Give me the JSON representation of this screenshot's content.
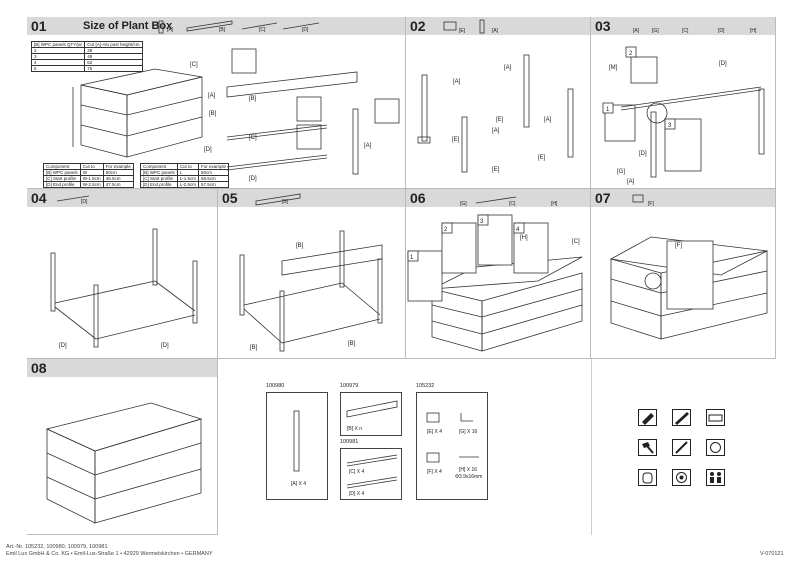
{
  "steps": [
    {
      "num": "01",
      "title": "Size of Plant Box",
      "parts": [
        "[A]",
        "[B]",
        "[C]",
        "[D]"
      ]
    },
    {
      "num": "02",
      "parts": [
        "[E]",
        "[A]"
      ]
    },
    {
      "num": "03",
      "parts": [
        "[A]",
        "[G]",
        "[C]",
        "[D]",
        "[H]"
      ]
    },
    {
      "num": "04",
      "parts": [
        "[D]"
      ]
    },
    {
      "num": "05",
      "parts": [
        "[B]"
      ]
    },
    {
      "num": "06",
      "parts": [
        "[G]",
        "[C]",
        "[H]"
      ]
    },
    {
      "num": "07",
      "parts": [
        "[F]"
      ]
    },
    {
      "num": "08"
    }
  ],
  "step1": {
    "table1_header": [
      "[B] WPC panels QTY/pc",
      "Cut [A]-Alu post height/cm"
    ],
    "table1_rows": [
      [
        "2",
        "38"
      ],
      [
        "3",
        "48"
      ],
      [
        "4",
        "62"
      ],
      [
        "5",
        "76"
      ]
    ],
    "table2_header": [
      "Component",
      "Cut to",
      "For example"
    ],
    "table2_rows": [
      [
        "[B] WPC panels",
        "W",
        "50cm"
      ],
      [
        "[C] Start profile",
        "W-1.5cm",
        "48.5cm"
      ],
      [
        "[D] End profile",
        "W-2.5cm",
        "47.5cm"
      ]
    ],
    "table3_header": [
      "Component",
      "Cut to",
      "For example"
    ],
    "table3_rows": [
      [
        "[B] WPC panels",
        "L",
        "60cm"
      ],
      [
        "[C] Start profile",
        "L-1.5cm",
        "58.5cm"
      ],
      [
        "[D] End profile",
        "L-2.5cm",
        "57.5cm"
      ]
    ],
    "labels": [
      "[C]",
      "[A]",
      "[B]",
      "[D]",
      "[B]",
      "[C]",
      "[D]",
      "[A]"
    ]
  },
  "step2": {
    "labels": [
      "[A]",
      "[A]",
      "[A]",
      "[A]",
      "[E]",
      "[E]",
      "[E]",
      "[E]"
    ]
  },
  "step3": {
    "labels": [
      "[M]",
      "[D]",
      "[G]",
      "[D]",
      "[A]"
    ],
    "substeps": [
      "1",
      "2",
      "3"
    ]
  },
  "step4": {
    "labels": [
      "[D]",
      "[D]"
    ]
  },
  "step5": {
    "labels": [
      "[B]",
      "[B]",
      "[B]"
    ]
  },
  "step6": {
    "labels": [
      "[C]",
      "[H]"
    ],
    "substeps": [
      "1",
      "2",
      "3",
      "4"
    ]
  },
  "step7": {
    "labels": [
      "[F]"
    ]
  },
  "parts_list": {
    "groups": [
      {
        "code": "100980",
        "items": [
          "[A] X 4"
        ]
      },
      {
        "code": "100979",
        "items": [
          "[B] X n"
        ]
      },
      {
        "code": "100981",
        "items": [
          "[C] X 4",
          "[D] X 4"
        ]
      },
      {
        "code": "105232",
        "items": [
          "[E] X 4",
          "[G] X 16",
          "[F] X 4",
          "[H] X 16",
          "Φ3.9x16mm"
        ]
      }
    ]
  },
  "footer": {
    "line1": "Art.-Nr. 105232, 100980, 100979, 100981",
    "line2": "Emil Lux GmbH & Co. KG • Emil-Lux-Straße 1 • 42929 Wermelskirchen • GERMANY",
    "version": "V-070121"
  },
  "colors": {
    "header": "#d9d9d9",
    "line": "#333333"
  }
}
